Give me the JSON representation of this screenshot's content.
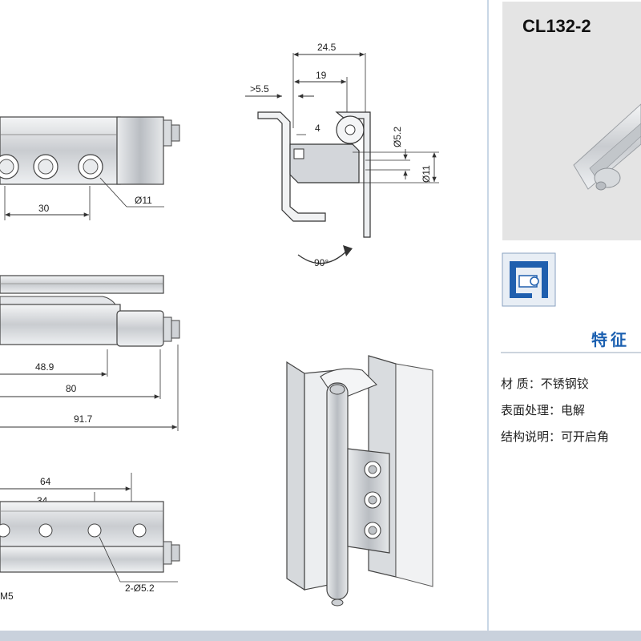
{
  "title": "CL132-2",
  "features_heading": "特征",
  "specs": [
    {
      "label": "材    质：",
      "value": "不锈钢铰"
    },
    {
      "label": "表面处理：",
      "value": "电解"
    },
    {
      "label": "结构说明：",
      "value": "可开启角"
    }
  ],
  "dimensions": {
    "top_view": {
      "pitch": "30",
      "hole_dia": "Ø11"
    },
    "side_view": {
      "width": "24.5",
      "inner": "19",
      "offset": ">5.5",
      "gap": "4",
      "pin_dia": "Ø5.2",
      "knuckle_dia": "Ø11",
      "angle": "90°"
    },
    "front_view": {
      "a": "48.9",
      "b": "80",
      "c": "91.7"
    },
    "bottom_view": {
      "a": "64",
      "b": "34",
      "holes": "2-Ø5.2",
      "thread": "M5"
    }
  },
  "colors": {
    "heading": "#1a5fb0",
    "line": "#333333",
    "steel": "#c8ccd1"
  }
}
